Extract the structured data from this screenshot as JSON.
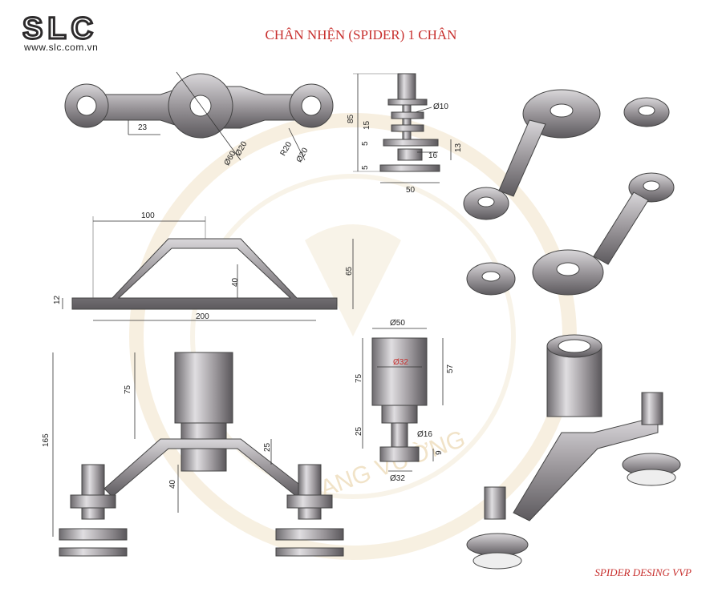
{
  "brand": {
    "logo_text": "SLC",
    "url": "www.slc.com.vn"
  },
  "title": "CHÂN NHỆN (SPIDER) 1 CHÂN",
  "footer": "SPIDER DESING VVP",
  "watermark": "SANG VƯỜNG",
  "colors": {
    "title": "#c8302e",
    "metal": "#9a969a",
    "metal_dark": "#5d5a5e",
    "watermark": "#f1e3c8"
  },
  "dims": {
    "top_view": {
      "arm": "23",
      "d60": "Ø60",
      "d20a": "Ø20",
      "r20": "R20",
      "d20b": "Ø20"
    },
    "bolt_side": {
      "d10": "Ø10",
      "h85": "85",
      "h15": "15",
      "h5a": "5",
      "w16": "16",
      "h13": "13",
      "h5b": "5",
      "w50": "50"
    },
    "front": {
      "w100": "100",
      "h65": "65",
      "h40": "40",
      "h12": "12",
      "w200": "200"
    },
    "assembly": {
      "h165": "165",
      "h75": "75",
      "h25": "25",
      "h40": "40"
    },
    "boss": {
      "d50": "Ø50",
      "d32a": "Ø32",
      "h57": "57",
      "h75": "75",
      "h25": "25",
      "d16": "Ø16",
      "h9": "9",
      "d32b": "Ø32"
    }
  }
}
